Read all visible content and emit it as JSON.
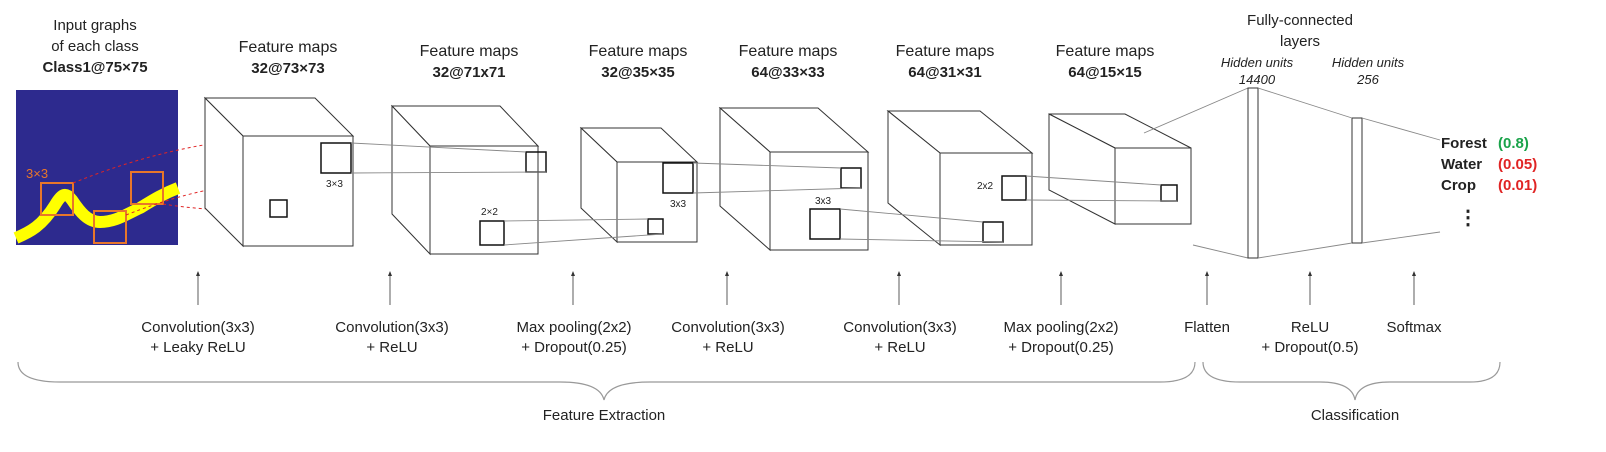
{
  "input": {
    "line1": "Input graphs",
    "line2": "of each class",
    "line3": "Class1@75×75",
    "kernel_label": "3×3",
    "colors": {
      "background": "#2d2a8e",
      "signal": "#ffff00",
      "kernel": "#e8762a"
    }
  },
  "feature_maps": [
    {
      "title": "Feature maps",
      "dims": "32@73×73",
      "kernel": "3×3"
    },
    {
      "title": "Feature maps",
      "dims": "32@71x71",
      "kernel": "2×2"
    },
    {
      "title": "Feature maps",
      "dims": "32@35×35",
      "kernel": "3x3"
    },
    {
      "title": "Feature maps",
      "dims": "64@33×33",
      "kernel": "3x3"
    },
    {
      "title": "Feature maps",
      "dims": "64@31×31",
      "kernel": "2x2"
    },
    {
      "title": "Feature maps",
      "dims": "64@15×15",
      "kernel": ""
    }
  ],
  "fully_connected": {
    "title_line1": "Fully-connected",
    "title_line2": "layers",
    "hidden1_label": "Hidden units",
    "hidden1_value": "14400",
    "hidden2_label": "Hidden units",
    "hidden2_value": "256"
  },
  "outputs": [
    {
      "class": "Forest",
      "prob": "(0.8)",
      "color": "#1aa34a"
    },
    {
      "class": "Water",
      "prob": "(0.05)",
      "color": "#e02424"
    },
    {
      "class": "Crop",
      "prob": "(0.01)",
      "color": "#e02424"
    }
  ],
  "ellipsis": "⋮",
  "operations": [
    {
      "line1": "Convolution(3x3)",
      "line2": "+ Leaky ReLU"
    },
    {
      "line1": "Convolution(3x3)",
      "line2": "+ ReLU"
    },
    {
      "line1": "Max pooling(2x2)",
      "line2": "+ Dropout(0.25)"
    },
    {
      "line1": "Convolution(3x3)",
      "line2": "+ ReLU"
    },
    {
      "line1": "Convolution(3x3)",
      "line2": "+ ReLU"
    },
    {
      "line1": "Max pooling(2x2)",
      "line2": "+ Dropout(0.25)"
    },
    {
      "line1": "Flatten",
      "line2": ""
    },
    {
      "line1": "ReLU",
      "line2": "+ Dropout(0.5)"
    },
    {
      "line1": "Softmax",
      "line2": ""
    }
  ],
  "stages": {
    "feature_extraction": "Feature Extraction",
    "classification": "Classification"
  }
}
